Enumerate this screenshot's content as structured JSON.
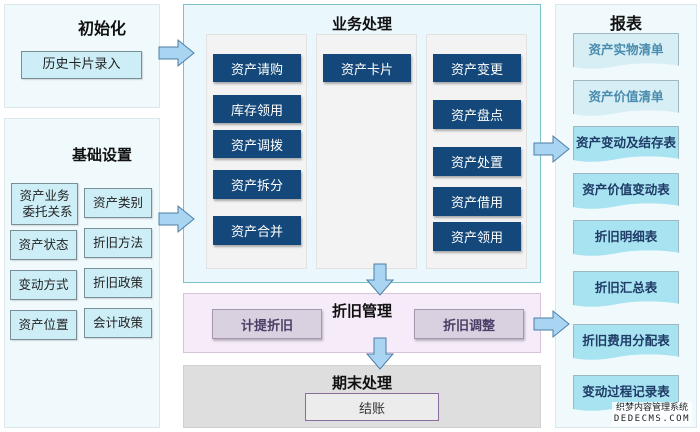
{
  "init": {
    "title": "初始化",
    "items": [
      "历史卡片录入"
    ]
  },
  "basic": {
    "title": "基础设置",
    "items": [
      "资产业务委托关系",
      "资产类别",
      "资产状态",
      "折旧方法",
      "变动方式",
      "折旧政策",
      "资产位置",
      "会计政策"
    ],
    "item0_line1": "资产业务",
    "item0_line2": "委托关系"
  },
  "business": {
    "title": "业务处理",
    "col1": [
      "资产请购",
      "库存领用",
      "资产调拨",
      "资产拆分",
      "资产合并"
    ],
    "col2": [
      "资产卡片"
    ],
    "col3": [
      "资产变更",
      "资产盘点",
      "资产处置",
      "资产借用",
      "资产领用"
    ]
  },
  "depreciation": {
    "title": "折旧管理",
    "items": [
      "计提折旧",
      "折旧调整"
    ]
  },
  "period_end": {
    "title": "期末处理",
    "items": [
      "结账"
    ]
  },
  "reports": {
    "title": "报表",
    "items": [
      {
        "label": "资产实物清单",
        "state": "faded"
      },
      {
        "label": "资产价值清单",
        "state": "faded"
      },
      {
        "label": "资产变动及结存表",
        "state": "active"
      },
      {
        "label": "资产价值变动表",
        "state": "active"
      },
      {
        "label": "折旧明细表",
        "state": "active"
      },
      {
        "label": "折旧汇总表",
        "state": "active"
      },
      {
        "label": "折旧费用分配表",
        "state": "active"
      },
      {
        "label": "变动过程记录表",
        "state": "active"
      }
    ]
  },
  "watermark": {
    "line1": "织梦内容管理系统",
    "line2": "DEDECMS.COM"
  },
  "colors": {
    "dark_button": "#14487a",
    "arrow_fill": "#a9d4f2",
    "arrow_stroke": "#4d7ea6",
    "report_active": "#a7e3f1",
    "report_faded": "#d6eef4"
  }
}
